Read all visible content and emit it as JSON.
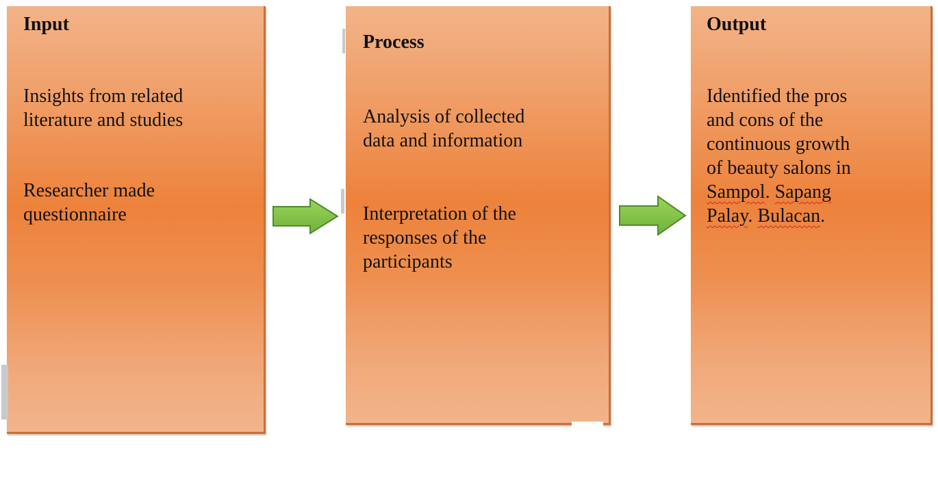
{
  "diagram": {
    "input": {
      "title": "Input",
      "items": [
        "Insights from related\nliterature and studies",
        "Researcher made\nquestionnaire"
      ]
    },
    "process": {
      "title": "Process",
      "items": [
        "Analysis of collected\ndata and information",
        "Interpretation of the\nresponses of the\nparticipants"
      ]
    },
    "output": {
      "title": "Output",
      "text_lines": [
        "Identified the pros",
        "and cons of the",
        "continuous growth",
        "of beauty salons in"
      ],
      "place_1": "Sampol",
      "sep_1": ". ",
      "place_2": "Sapang",
      "place_3": "Palay",
      "sep_2": ". ",
      "place_4": "Bulacan",
      "end": "."
    },
    "colors": {
      "box_fill_light": "#f2b389",
      "box_fill_dark": "#ed823b",
      "arrow_fill": "#7dc242",
      "arrow_stroke": "#4e8a2a",
      "spellcheck_underline": "#d22a2a"
    }
  }
}
